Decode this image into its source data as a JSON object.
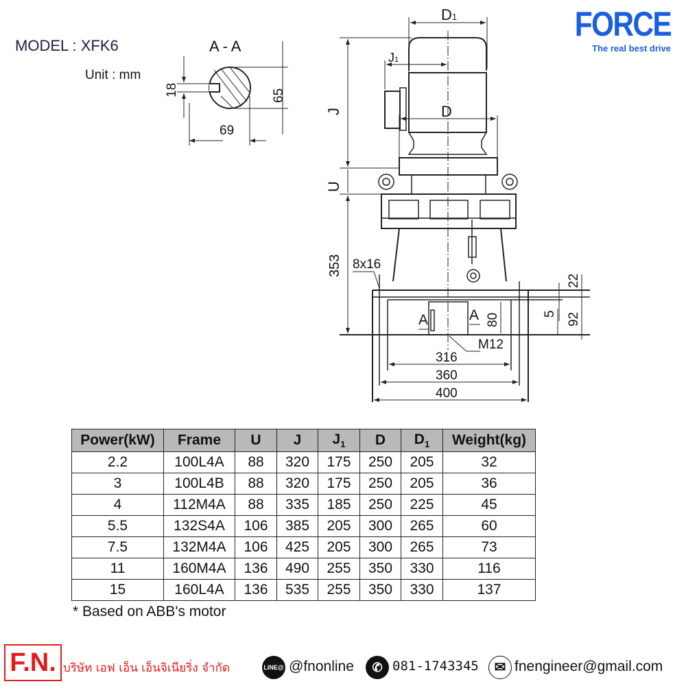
{
  "header": {
    "model": "MODEL : XFK6",
    "unit": "Unit : mm",
    "brand_name": "FORCE",
    "brand_tagline": "The real best drive"
  },
  "section_view": {
    "title": "A - A",
    "dim_key": "18",
    "dim_height": "65",
    "dim_width": "69"
  },
  "drawing": {
    "d1": "D",
    "d1_sub": "1",
    "j1": "J",
    "j1_sub": "1",
    "d": "D",
    "j": "J",
    "u": "U",
    "dim_353": "353",
    "dim_8x16": "8x16",
    "dim_22": "22",
    "dim_5": "5",
    "dim_92": "92",
    "dim_80": "80",
    "section_a_left": "A",
    "section_a_right": "A",
    "m12": "M12",
    "dim_316": "316",
    "dim_360": "360",
    "dim_400": "400"
  },
  "table": {
    "headers": [
      "Power(kW)",
      "Frame",
      "U",
      "J",
      "J1",
      "D",
      "D1",
      "Weight(kg)"
    ],
    "rows": [
      [
        "2.2",
        "100L4A",
        "88",
        "320",
        "175",
        "250",
        "205",
        "32"
      ],
      [
        "3",
        "100L4B",
        "88",
        "320",
        "175",
        "250",
        "205",
        "36"
      ],
      [
        "4",
        "112M4A",
        "88",
        "335",
        "185",
        "250",
        "225",
        "45"
      ],
      [
        "5.5",
        "132S4A",
        "106",
        "385",
        "205",
        "300",
        "265",
        "60"
      ],
      [
        "7.5",
        "132M4A",
        "106",
        "425",
        "205",
        "300",
        "265",
        "73"
      ],
      [
        "11",
        "160M4A",
        "136",
        "490",
        "255",
        "350",
        "330",
        "116"
      ],
      [
        "15",
        "160L4A",
        "136",
        "535",
        "255",
        "350",
        "330",
        "137"
      ]
    ],
    "note": "* Based on ABB's motor"
  },
  "footer": {
    "logo": "F.N.",
    "company": "บริษัท เอฟ เอ็น เอ็นจิเนียริ่ง จำกัด",
    "line_badge": "LINE@",
    "line_id": "@fnonline",
    "phone": "081-1743345",
    "email": "fnengineer@gmail.com"
  }
}
